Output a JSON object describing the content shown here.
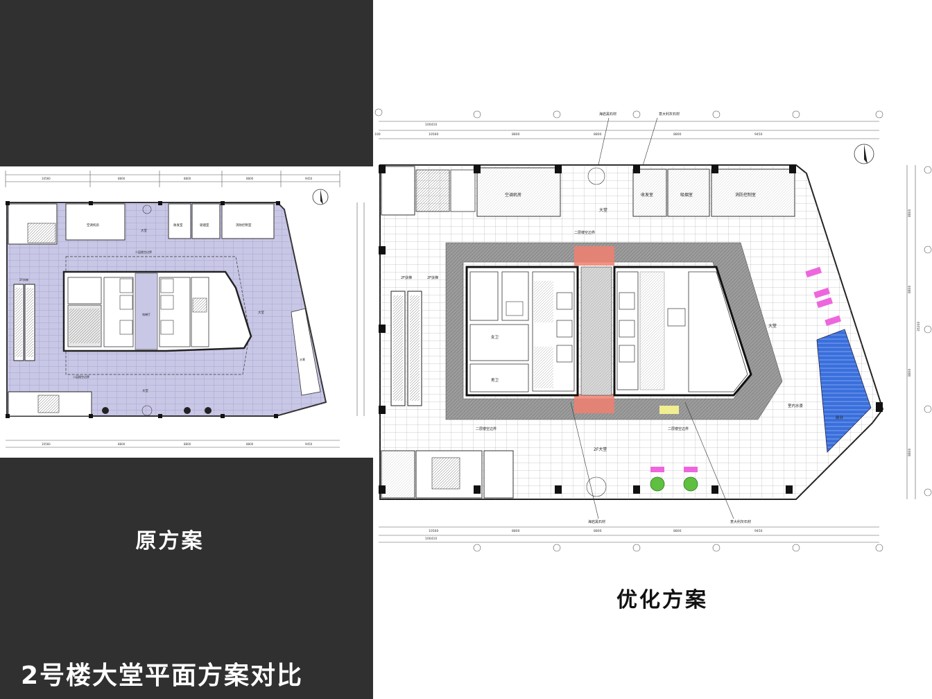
{
  "page": {
    "title": "2号楼大堂平面方案对比",
    "panels": {
      "original": {
        "caption": "原方案"
      },
      "optimized": {
        "caption": "优化方案"
      }
    }
  },
  "plan_original": {
    "room_labels": {
      "ac_room": "空调机房",
      "mail_room": "收发室",
      "smoke_room": "吸烟室",
      "fire_control": "消防控制室",
      "lobby_top": "大堂",
      "lobby_right": "大堂",
      "lobby_bottom": "大堂",
      "escalator": "2F扶梯",
      "void_top": "二层楼空边界",
      "void_bottom": "二层楼空边界",
      "elevator_hall": "电梯厅",
      "water_feature": "水景"
    },
    "dimensions": {
      "top_1": "10560",
      "top_2": "8800",
      "top_3": "8800",
      "top_4": "8800",
      "top_5": "9450",
      "bottom_1": "10560",
      "bottom_2": "8800",
      "bottom_3": "8800",
      "bottom_4": "8800",
      "bottom_5": "9450"
    }
  },
  "plan_optimized": {
    "material_callouts": {
      "top_left": "海岩黑石材",
      "top_right": "意大利灰石材",
      "bottom_left": "海岩黑石材",
      "bottom_right": "意大利灰石材"
    },
    "room_labels": {
      "ac_room": "空调机房",
      "mail_room": "收发室",
      "smoke_room": "吸烟室",
      "fire_control": "消防控制室",
      "lobby_top": "大堂",
      "lobby_right": "大堂",
      "lobby_bottom": "2F大堂",
      "void_top": "二层楼空边界",
      "void_bottom_left": "二层楼空边界",
      "void_bottom_right": "二层楼空边界",
      "escalator_1": "2F扶梯",
      "escalator_2": "2F扶梯",
      "female_wc": "女卫",
      "male_wc": "男卫",
      "water_feature": "室内水景",
      "reception": "前台"
    },
    "dimensions": {
      "top_total": "100410",
      "top_1": "10560",
      "top_2": "8800",
      "top_3": "8800",
      "top_4": "8800",
      "top_5": "9450",
      "bottom_1": "10560",
      "bottom_2": "8800",
      "bottom_3": "8800",
      "bottom_4": "8800",
      "bottom_5": "9450",
      "bottom_total": "100410",
      "left_edge": "100",
      "right_1": "8800",
      "right_2": "8800",
      "right_3": "8800",
      "right_4": "8800",
      "right_total": "35200"
    }
  },
  "colors": {
    "left_background": "#303030",
    "original_floor_fill": "#c9c7e6",
    "water_feature": "#3a6fdc",
    "void_marker": "#f08070",
    "magenta_furniture": "#ee66dd",
    "highlight": "#f0ee90",
    "plant": "#5fbf40"
  }
}
